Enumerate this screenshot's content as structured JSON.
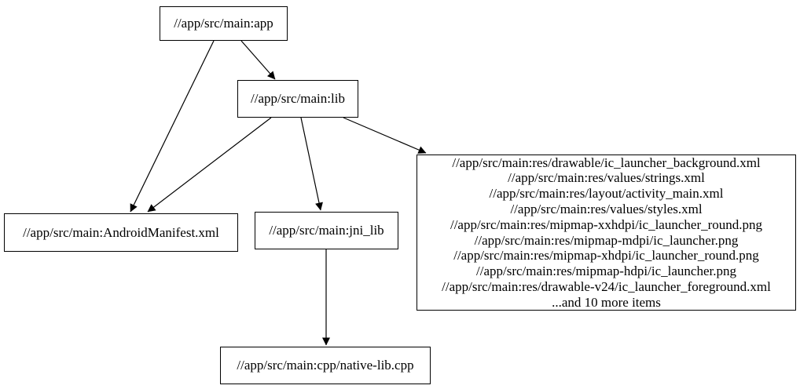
{
  "diagram": {
    "kind": "build-dependency-graph",
    "colors": {
      "background": "#ffffff",
      "node_border": "#000000",
      "node_fill": "#ffffff",
      "edge": "#000000",
      "text": "#000000"
    },
    "nodes": {
      "app": {
        "label": "//app/src/main:app"
      },
      "lib": {
        "label": "//app/src/main:lib"
      },
      "android_manifest": {
        "label": "//app/src/main:AndroidManifest.xml"
      },
      "jni_lib": {
        "label": "//app/src/main:jni_lib"
      },
      "native_lib": {
        "label": "//app/src/main:cpp/native-lib.cpp"
      },
      "resources": {
        "lines": [
          "//app/src/main:res/drawable/ic_launcher_background.xml",
          "//app/src/main:res/values/strings.xml",
          "//app/src/main:res/layout/activity_main.xml",
          "//app/src/main:res/values/styles.xml",
          "//app/src/main:res/mipmap-xxhdpi/ic_launcher_round.png",
          "//app/src/main:res/mipmap-mdpi/ic_launcher.png",
          "//app/src/main:res/mipmap-xhdpi/ic_launcher_round.png",
          "//app/src/main:res/mipmap-hdpi/ic_launcher.png",
          "//app/src/main:res/drawable-v24/ic_launcher_foreground.xml",
          "...and 10 more items"
        ]
      }
    },
    "edges": [
      {
        "from": "app",
        "to": "lib"
      },
      {
        "from": "app",
        "to": "android_manifest"
      },
      {
        "from": "lib",
        "to": "android_manifest"
      },
      {
        "from": "lib",
        "to": "jni_lib"
      },
      {
        "from": "lib",
        "to": "resources"
      },
      {
        "from": "jni_lib",
        "to": "native_lib"
      }
    ]
  }
}
